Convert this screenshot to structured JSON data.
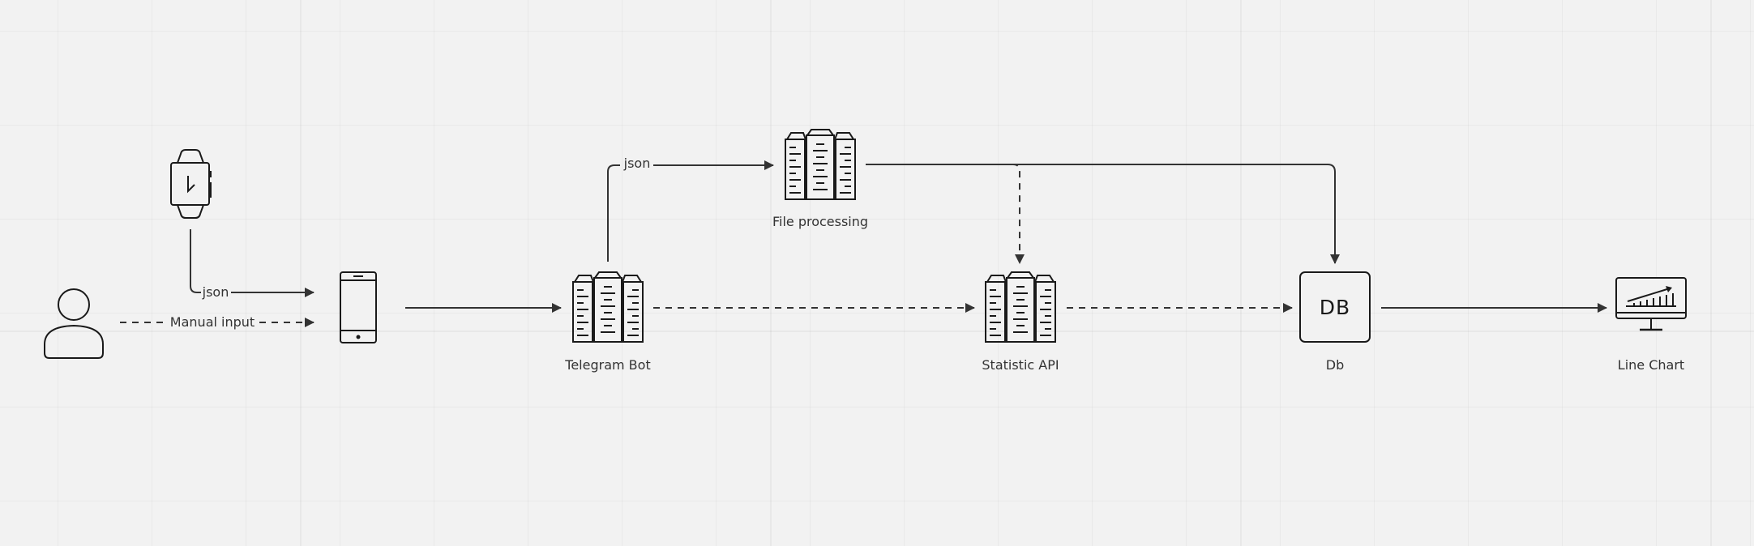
{
  "nodes": {
    "user": {
      "label": ""
    },
    "smartwatch": {
      "label": ""
    },
    "phone": {
      "label": ""
    },
    "telegram_bot": {
      "label": "Telegram Bot"
    },
    "file_processing": {
      "label": "File processing"
    },
    "statistic_api": {
      "label": "Statistic API"
    },
    "db": {
      "label": "Db",
      "badge": "DB"
    },
    "line_chart": {
      "label": "Line Chart"
    }
  },
  "edges": {
    "watch_to_phone": {
      "label": "json",
      "style": "solid"
    },
    "user_to_phone": {
      "label": "Manual input",
      "style": "dashed"
    },
    "phone_to_bot": {
      "label": "",
      "style": "solid"
    },
    "bot_to_file": {
      "label": "json",
      "style": "solid"
    },
    "bot_to_api": {
      "label": "",
      "style": "dashed"
    },
    "file_to_db": {
      "label": "",
      "style": "solid"
    },
    "file_to_api": {
      "label": "",
      "style": "dashed"
    },
    "api_to_db": {
      "label": "",
      "style": "dashed"
    },
    "db_to_chart": {
      "label": "",
      "style": "solid"
    }
  },
  "icons": {
    "user": "user-icon",
    "smartwatch": "smartwatch-icon",
    "phone": "smartphone-icon",
    "server": "server-cluster-icon",
    "database": "database-icon",
    "chart": "line-chart-monitor-icon"
  },
  "colors": {
    "background": "#f2f2f2",
    "stroke": "#1a1a1a",
    "edge": "#333333",
    "text": "#333333"
  }
}
